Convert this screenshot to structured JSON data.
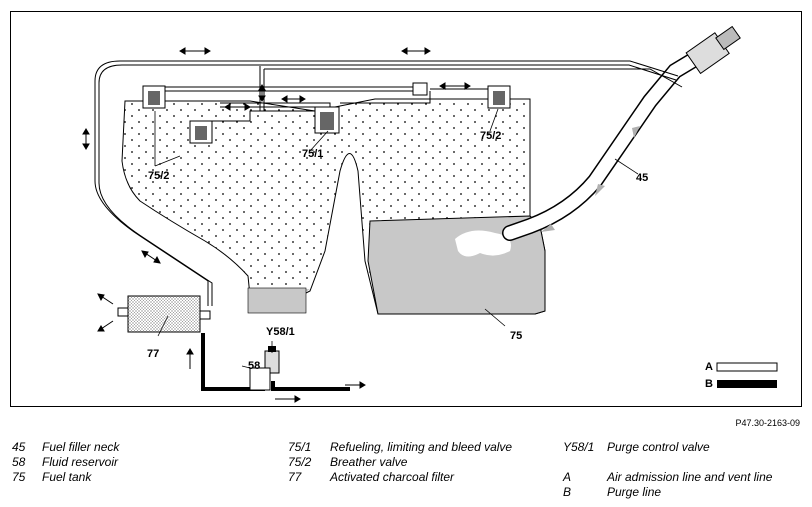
{
  "diagram": {
    "labels": {
      "fuel_filler_neck": "45",
      "fuel_tank": "75",
      "valve_75_1": "75/1",
      "valve_75_2_left": "75/2",
      "valve_75_2_right": "75/2",
      "charcoal_filter": "77",
      "fluid_reservoir": "58",
      "purge_valve": "Y58/1"
    },
    "line_legend": {
      "a_label": "A",
      "b_label": "B"
    },
    "colors": {
      "fuel": "#c8c8c8",
      "line": "#000000",
      "frame": "#000000",
      "arrow_fill": "#b0b0b0"
    }
  },
  "reference_code": "P47.30-2163-09",
  "legend": {
    "col1": [
      {
        "num": "45",
        "text": "Fuel filler neck"
      },
      {
        "num": "58",
        "text": "Fluid reservoir"
      },
      {
        "num": "75",
        "text": "Fuel tank"
      }
    ],
    "col2": [
      {
        "num": "75/1",
        "text": "Refueling, limiting and bleed valve"
      },
      {
        "num": "75/2",
        "text": "Breather valve"
      },
      {
        "num": "77",
        "text": "Activated charcoal filter"
      }
    ],
    "col3": [
      {
        "num": "Y58/1",
        "text": "Purge control valve"
      },
      {
        "num": "A",
        "text": "Air admission line and vent line"
      },
      {
        "num": "B",
        "text": "Purge line"
      }
    ]
  }
}
